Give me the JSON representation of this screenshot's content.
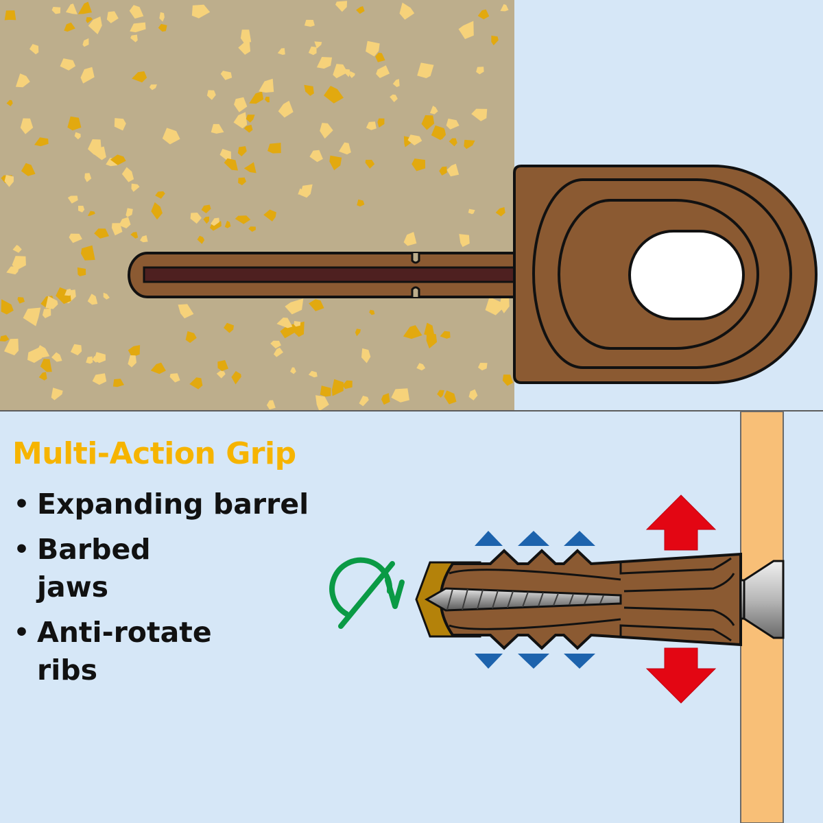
{
  "heading": "Multi-Action Grip",
  "features": [
    {
      "label": "Expanding barrel"
    },
    {
      "label": "Barbed jaws"
    },
    {
      "label": "Anti-rotate ribs"
    }
  ],
  "colors": {
    "background": "#d6e7f7",
    "wall": "#bdae8c",
    "aggregate_light": "#f6d27a",
    "aggregate_dark": "#e2a90f",
    "plug": "#8b5a32",
    "plug_slot": "#4e2020",
    "heading": "#f6b400",
    "board": "#f8bf77",
    "pressure_arrow": "#e30613",
    "expansion_arrow": "#1d63ad",
    "rotation_arrow": "#0a9a45",
    "screw": "#a8a8a8"
  },
  "icons": [
    "bullet-dot",
    "rotation-stop-icon",
    "expansion-arrow-icon",
    "pressure-arrow-icon"
  ]
}
